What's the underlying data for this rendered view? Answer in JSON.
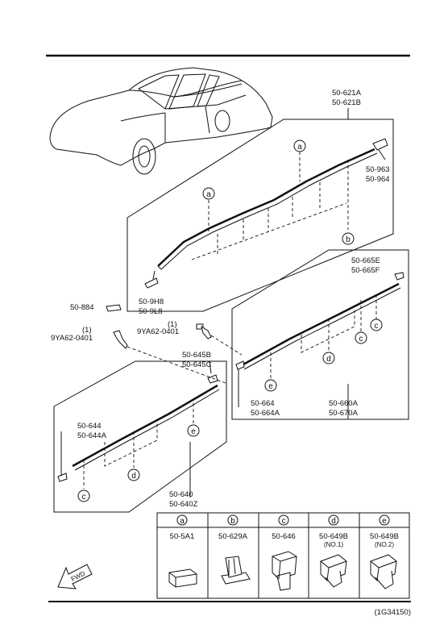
{
  "diagram_id": "(1G34150)",
  "fwd_label": "FWD",
  "callouts": {
    "roof_molding": [
      "50-621A",
      "50-621B"
    ],
    "roof_end_rear": [
      "50-963",
      "50-964"
    ],
    "roof_end_front": [
      "50-9H8",
      "50-9L8"
    ],
    "clip_884": "50-884",
    "bolt_left_qty": "(1)",
    "bolt_left": "9YA62-0401",
    "bolt_mid_qty": "(1)",
    "bolt_mid": "9YA62-0401",
    "rear_door_end_rear": [
      "50-665E",
      "50-665F"
    ],
    "rear_door_end_front": [
      "50-664",
      "50-664A"
    ],
    "rear_door_molding": [
      "50-660A",
      "50-670A"
    ],
    "front_door_end_rear": [
      "50-645B",
      "50-645C"
    ],
    "front_door_end_front": [
      "50-644",
      "50-644A"
    ],
    "front_door_molding": [
      "50-640",
      "50-640Z"
    ]
  },
  "letters": {
    "a": "a",
    "b": "b",
    "c": "c",
    "d": "d",
    "e": "e"
  },
  "clip_table": [
    {
      "letter": "a",
      "part": "50-5A1",
      "note": ""
    },
    {
      "letter": "b",
      "part": "50-629A",
      "note": ""
    },
    {
      "letter": "c",
      "part": "50-646",
      "note": ""
    },
    {
      "letter": "d",
      "part": "50-649B",
      "note": "(NO.1)"
    },
    {
      "letter": "e",
      "part": "50-649B",
      "note": "(NO.2)"
    }
  ]
}
